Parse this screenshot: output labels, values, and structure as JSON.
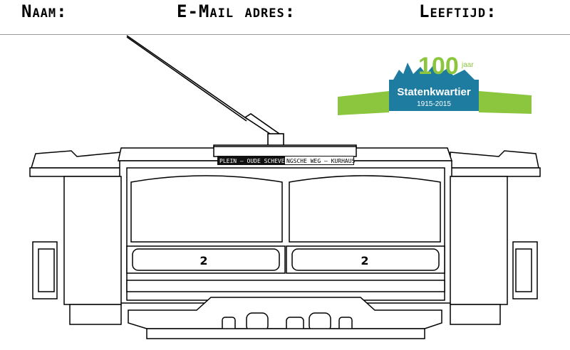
{
  "form": {
    "name_label": "Naam:",
    "email_label": "E-Mail adres:",
    "age_label": "Leeftijd:"
  },
  "tram": {
    "destination_left": "PLEIN – OUDE SCHEVENI",
    "destination_right": "NGSCHE WEG – KURHAUS",
    "route_number_left": "2",
    "route_number_right": "2"
  },
  "logo": {
    "number": "100",
    "unit": "jaar",
    "name": "Statenkwartier",
    "years": "1915-2015",
    "colors": {
      "green": "#8cc63e",
      "blue": "#1e7ca0",
      "text": "#ffffff"
    }
  }
}
